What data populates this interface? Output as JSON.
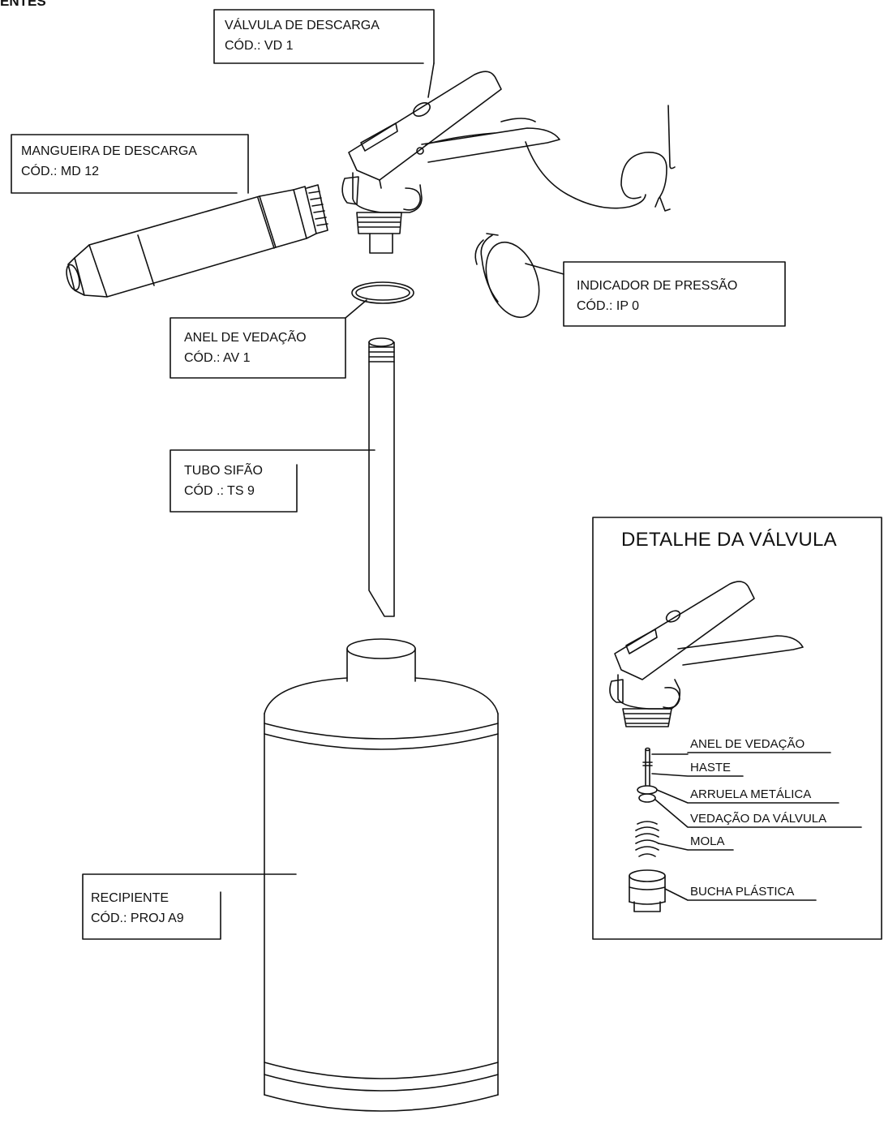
{
  "header": {
    "text": "ENTES"
  },
  "callouts": {
    "valvula": {
      "name": "VÁLVULA DE DESCARGA",
      "code": "CÓD.: VD 1"
    },
    "mangueira": {
      "name": "MANGUEIRA DE DESCARGA",
      "code": "CÓD.: MD 12"
    },
    "indicador": {
      "name": "INDICADOR DE PRESSÃO",
      "code": "CÓD.: IP 0"
    },
    "anel": {
      "name": "ANEL DE VEDAÇÃO",
      "code": "CÓD.: AV 1"
    },
    "tubo": {
      "name": "TUBO SIFÃO",
      "code": "CÓD .: TS 9"
    },
    "recipiente": {
      "name": "RECIPIENTE",
      "code": "CÓD.: PROJ A9"
    }
  },
  "detail": {
    "title": "DETALHE DA VÁLVULA",
    "labels": [
      "ANEL DE VEDAÇÃO",
      "HASTE",
      "ARRUELA METÁLICA",
      "VEDAÇÃO DA VÁLVULA",
      "MOLA",
      "BUCHA PLÁSTICA"
    ]
  }
}
